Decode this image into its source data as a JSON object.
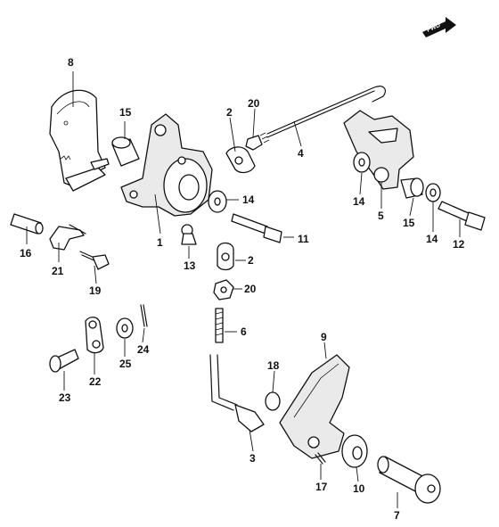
{
  "badge": {
    "text": "FWD"
  },
  "labels": {
    "p1": "1",
    "p2a": "2",
    "p2b": "2",
    "p3": "3",
    "p4": "4",
    "p5": "5",
    "p6": "6",
    "p7": "7",
    "p8": "8",
    "p9": "9",
    "p10": "10",
    "p11": "11",
    "p12": "12",
    "p13": "13",
    "p14a": "14",
    "p14b": "14",
    "p14c": "14",
    "p15a": "15",
    "p15b": "15",
    "p16": "16",
    "p17": "17",
    "p18": "18",
    "p19": "19",
    "p20a": "20",
    "p20b": "20",
    "p21": "21",
    "p22": "22",
    "p23": "23",
    "p24": "24",
    "p25": "25"
  }
}
